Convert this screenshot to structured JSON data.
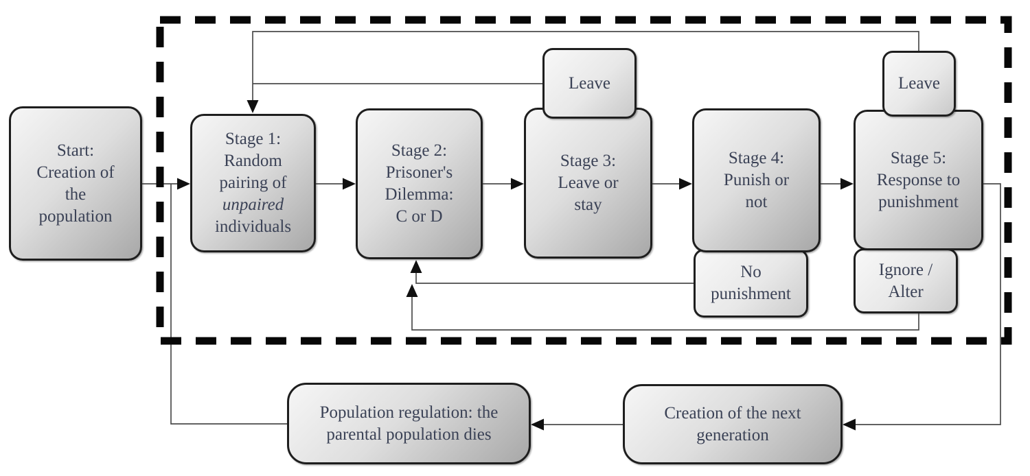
{
  "diagram": {
    "type": "flowchart",
    "description": "Life-cycle of an evolutionary simulation: five in-generation stages inside a dashed generation-loop boundary, with leave/punishment feedback loops and a bottom generation-turnover loop",
    "colors": {
      "background": "#ffffff",
      "box_border": "#1e1e1e",
      "box_fill_light": "#f6f6f6",
      "box_fill_dark": "#a8a8a8",
      "subbox_fill_light": "#f8f8f8",
      "subbox_fill_dark": "#cccccc",
      "text": "#3b4256",
      "connector_line": "#4b4b4b",
      "arrowhead": "#101010",
      "dashed_boundary": "#070707"
    },
    "nodes": {
      "start": {
        "lines": [
          "Start:",
          "Creation of",
          "the",
          "population"
        ]
      },
      "stage1": {
        "lines": [
          "Stage 1:",
          "Random",
          "pairing of",
          "unpaired",
          "individuals"
        ],
        "italic_line_index": 3
      },
      "stage2": {
        "lines": [
          "Stage 2:",
          "Prisoner's",
          "Dilemma:",
          "C or D"
        ]
      },
      "stage3": {
        "lines": [
          "Stage 3:",
          "Leave or",
          "stay"
        ]
      },
      "stage4": {
        "lines": [
          "Stage 4:",
          "Punish or",
          "not"
        ]
      },
      "stage5": {
        "lines": [
          "Stage 5:",
          "Response to",
          "punishment"
        ]
      },
      "leave_stage3": {
        "lines": [
          "Leave"
        ]
      },
      "leave_stage5": {
        "lines": [
          "Leave"
        ]
      },
      "no_punishment": {
        "lines": [
          "No",
          "punishment"
        ]
      },
      "ignore_alter": {
        "lines": [
          "Ignore /",
          "Alter"
        ]
      },
      "population_regulation": {
        "lines": [
          "Population regulation: the",
          "parental population dies"
        ]
      },
      "next_generation": {
        "lines": [
          "Creation of the next",
          "generation"
        ]
      }
    },
    "edges": [
      {
        "from": "start",
        "to": "stage1",
        "arrow": true
      },
      {
        "from": "stage1",
        "to": "stage2",
        "arrow": true
      },
      {
        "from": "stage2",
        "to": "stage3",
        "arrow": true
      },
      {
        "from": "stage3",
        "to": "stage4",
        "arrow": true
      },
      {
        "from": "stage4",
        "to": "stage5",
        "arrow": true
      },
      {
        "from": "stage5",
        "to": "next_generation",
        "arrow": true
      },
      {
        "from": "next_generation",
        "to": "population_regulation",
        "arrow": true
      },
      {
        "from": "population_regulation",
        "to": "stage1",
        "arrow": false,
        "note": "joins start-to-stage1 arrow"
      },
      {
        "from": "leave_stage3",
        "to": "stage1",
        "arrow": false,
        "note": "joins top feedback line"
      },
      {
        "from": "leave_stage5",
        "to": "stage1",
        "arrow": true,
        "note": "down into top of stage1"
      },
      {
        "from": "no_punishment",
        "to": "stage2",
        "arrow": true,
        "note": "up into bottom of stage2"
      },
      {
        "from": "ignore_alter",
        "to": "stage2",
        "arrow": true,
        "note": "up, merging with no-punishment return line"
      }
    ],
    "boundary": {
      "style": "thick dashed rectangle",
      "encloses": [
        "stage1",
        "stage2",
        "stage3",
        "stage4",
        "stage5",
        "leave_stage3",
        "leave_stage5",
        "no_punishment",
        "ignore_alter"
      ]
    }
  }
}
